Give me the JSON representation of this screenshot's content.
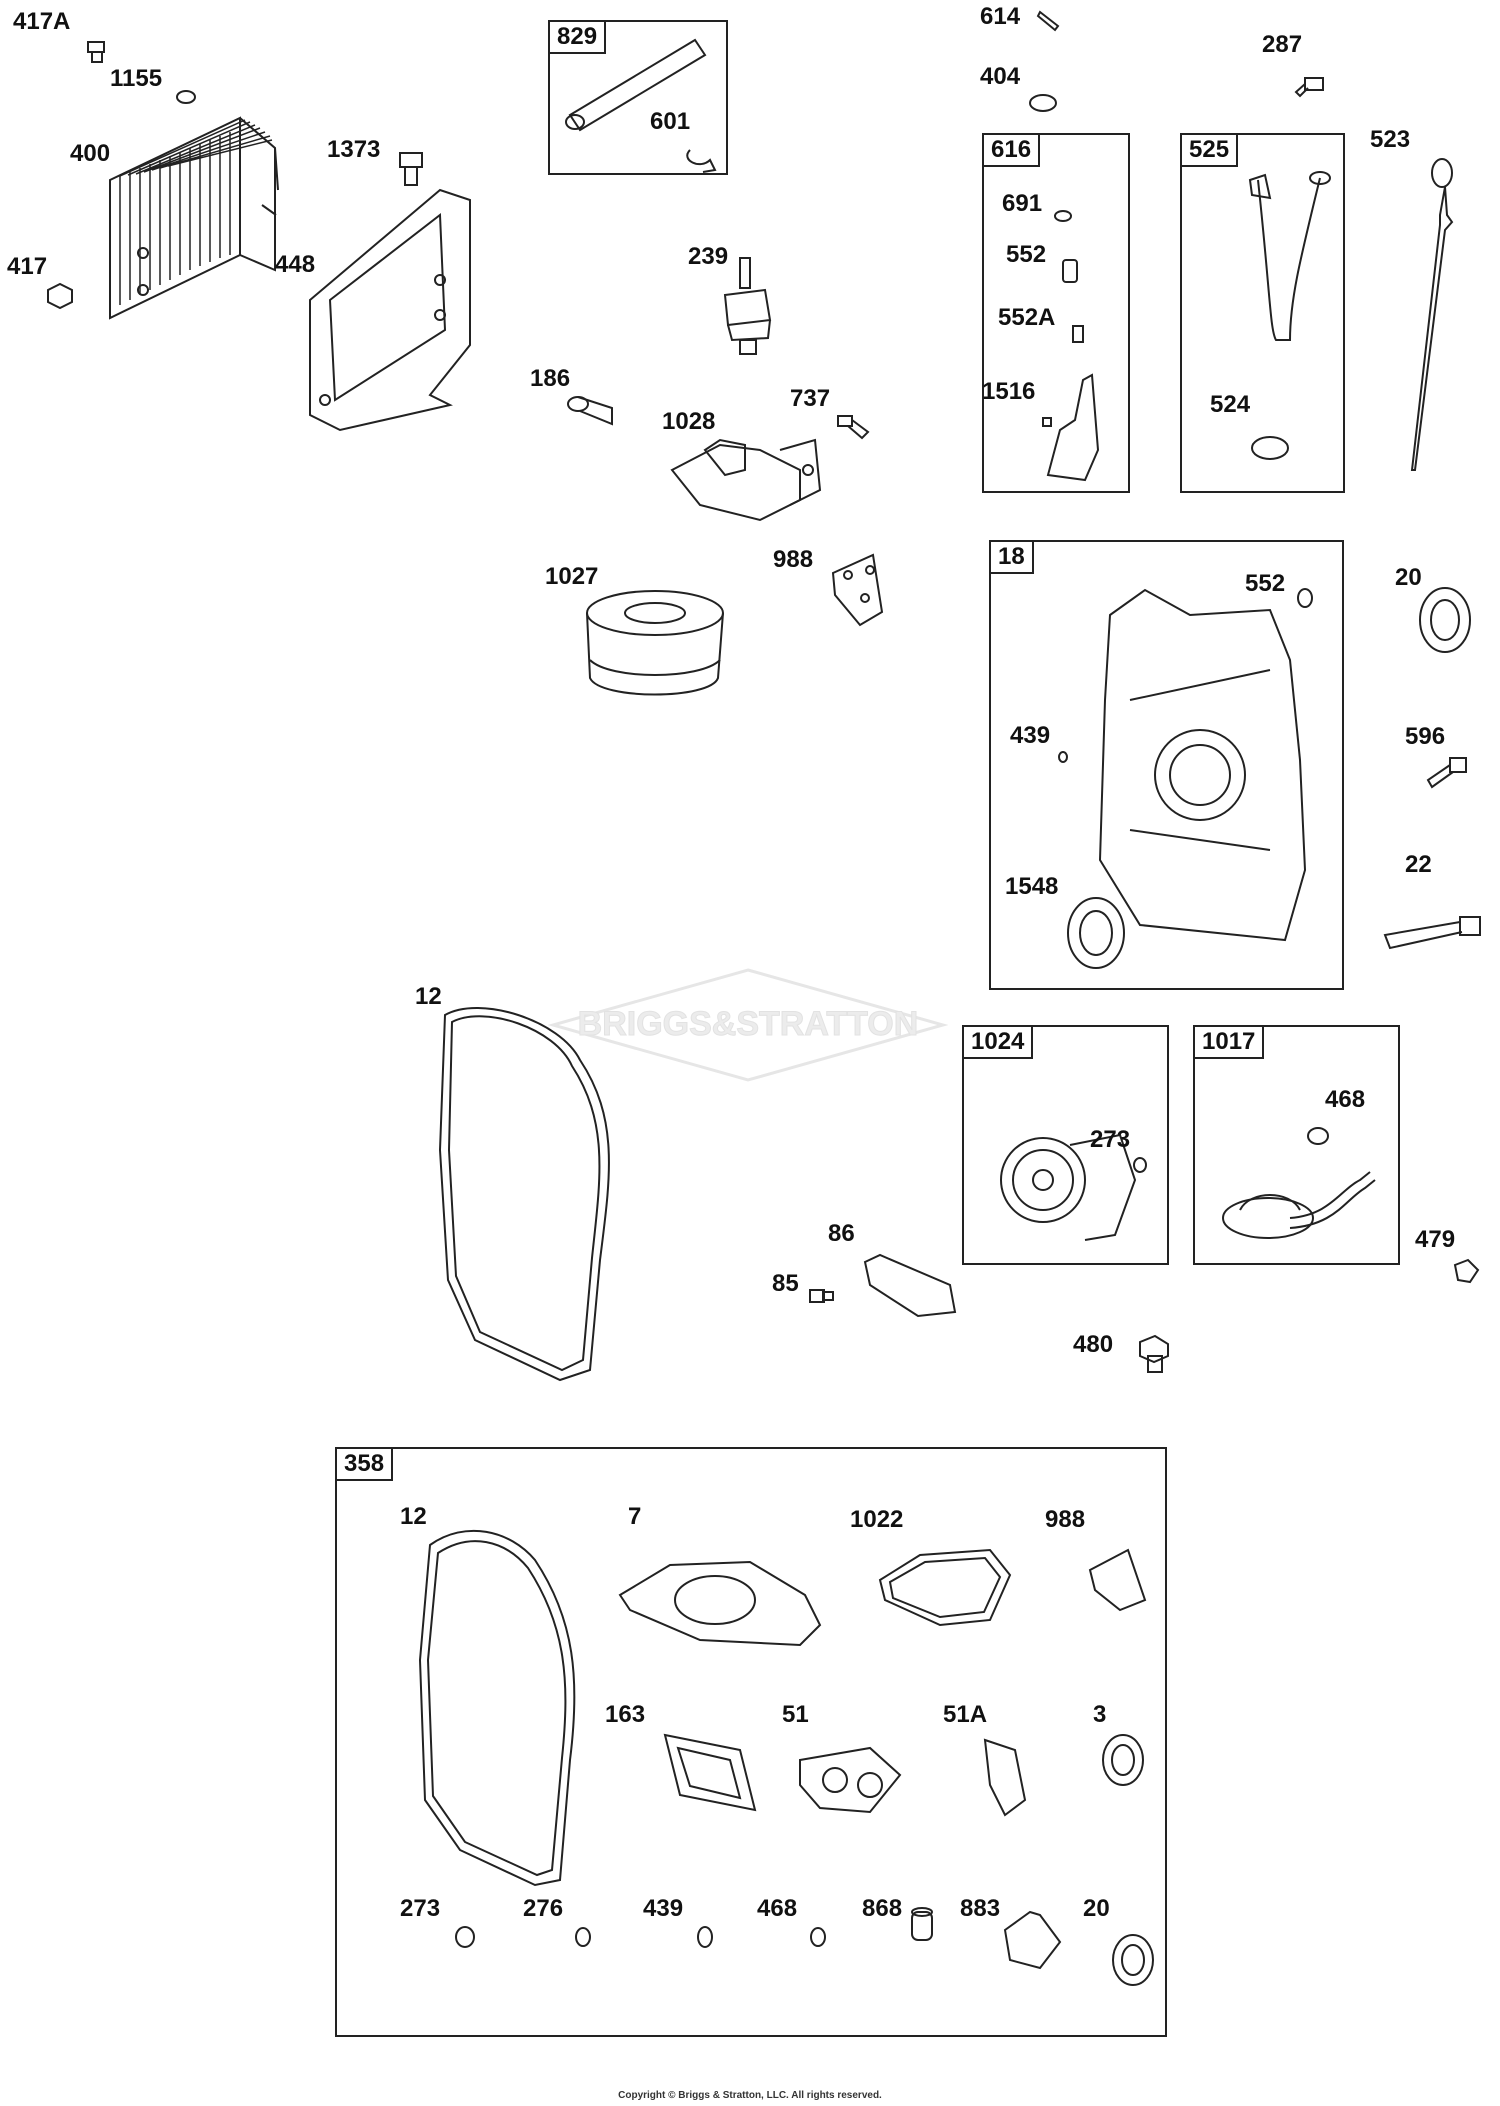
{
  "watermark": {
    "text": "BRIGGS&STRATTON"
  },
  "copyright": "Copyright © Briggs & Stratton, LLC. All rights reserved.",
  "kits": {
    "k829": "829",
    "k616": "616",
    "k525": "525",
    "k18": "18",
    "k1024": "1024",
    "k1017": "1017",
    "k358": "358"
  },
  "parts": {
    "p417a": "417A",
    "p1155": "1155",
    "p400": "400",
    "p417": "417",
    "p1373": "1373",
    "p448": "448",
    "p601": "601",
    "p239": "239",
    "p186": "186",
    "p1028": "1028",
    "p737": "737",
    "p988a": "988",
    "p1027": "1027",
    "p614": "614",
    "p404": "404",
    "p287": "287",
    "p523": "523",
    "p691": "691",
    "p552a": "552",
    "p552A": "552A",
    "p1516": "1516",
    "p524": "524",
    "p552b": "552",
    "p20a": "20",
    "p439a": "439",
    "p596": "596",
    "p22": "22",
    "p1548": "1548",
    "p12a": "12",
    "p273a": "273",
    "p468a": "468",
    "p479": "479",
    "p86": "86",
    "p85": "85",
    "p480": "480",
    "p12b": "12",
    "p7": "7",
    "p1022": "1022",
    "p988b": "988",
    "p163": "163",
    "p51": "51",
    "p51A": "51A",
    "p3": "3",
    "p273b": "273",
    "p276": "276",
    "p439b": "439",
    "p468b": "468",
    "p868": "868",
    "p883": "883",
    "p20b": "20"
  }
}
